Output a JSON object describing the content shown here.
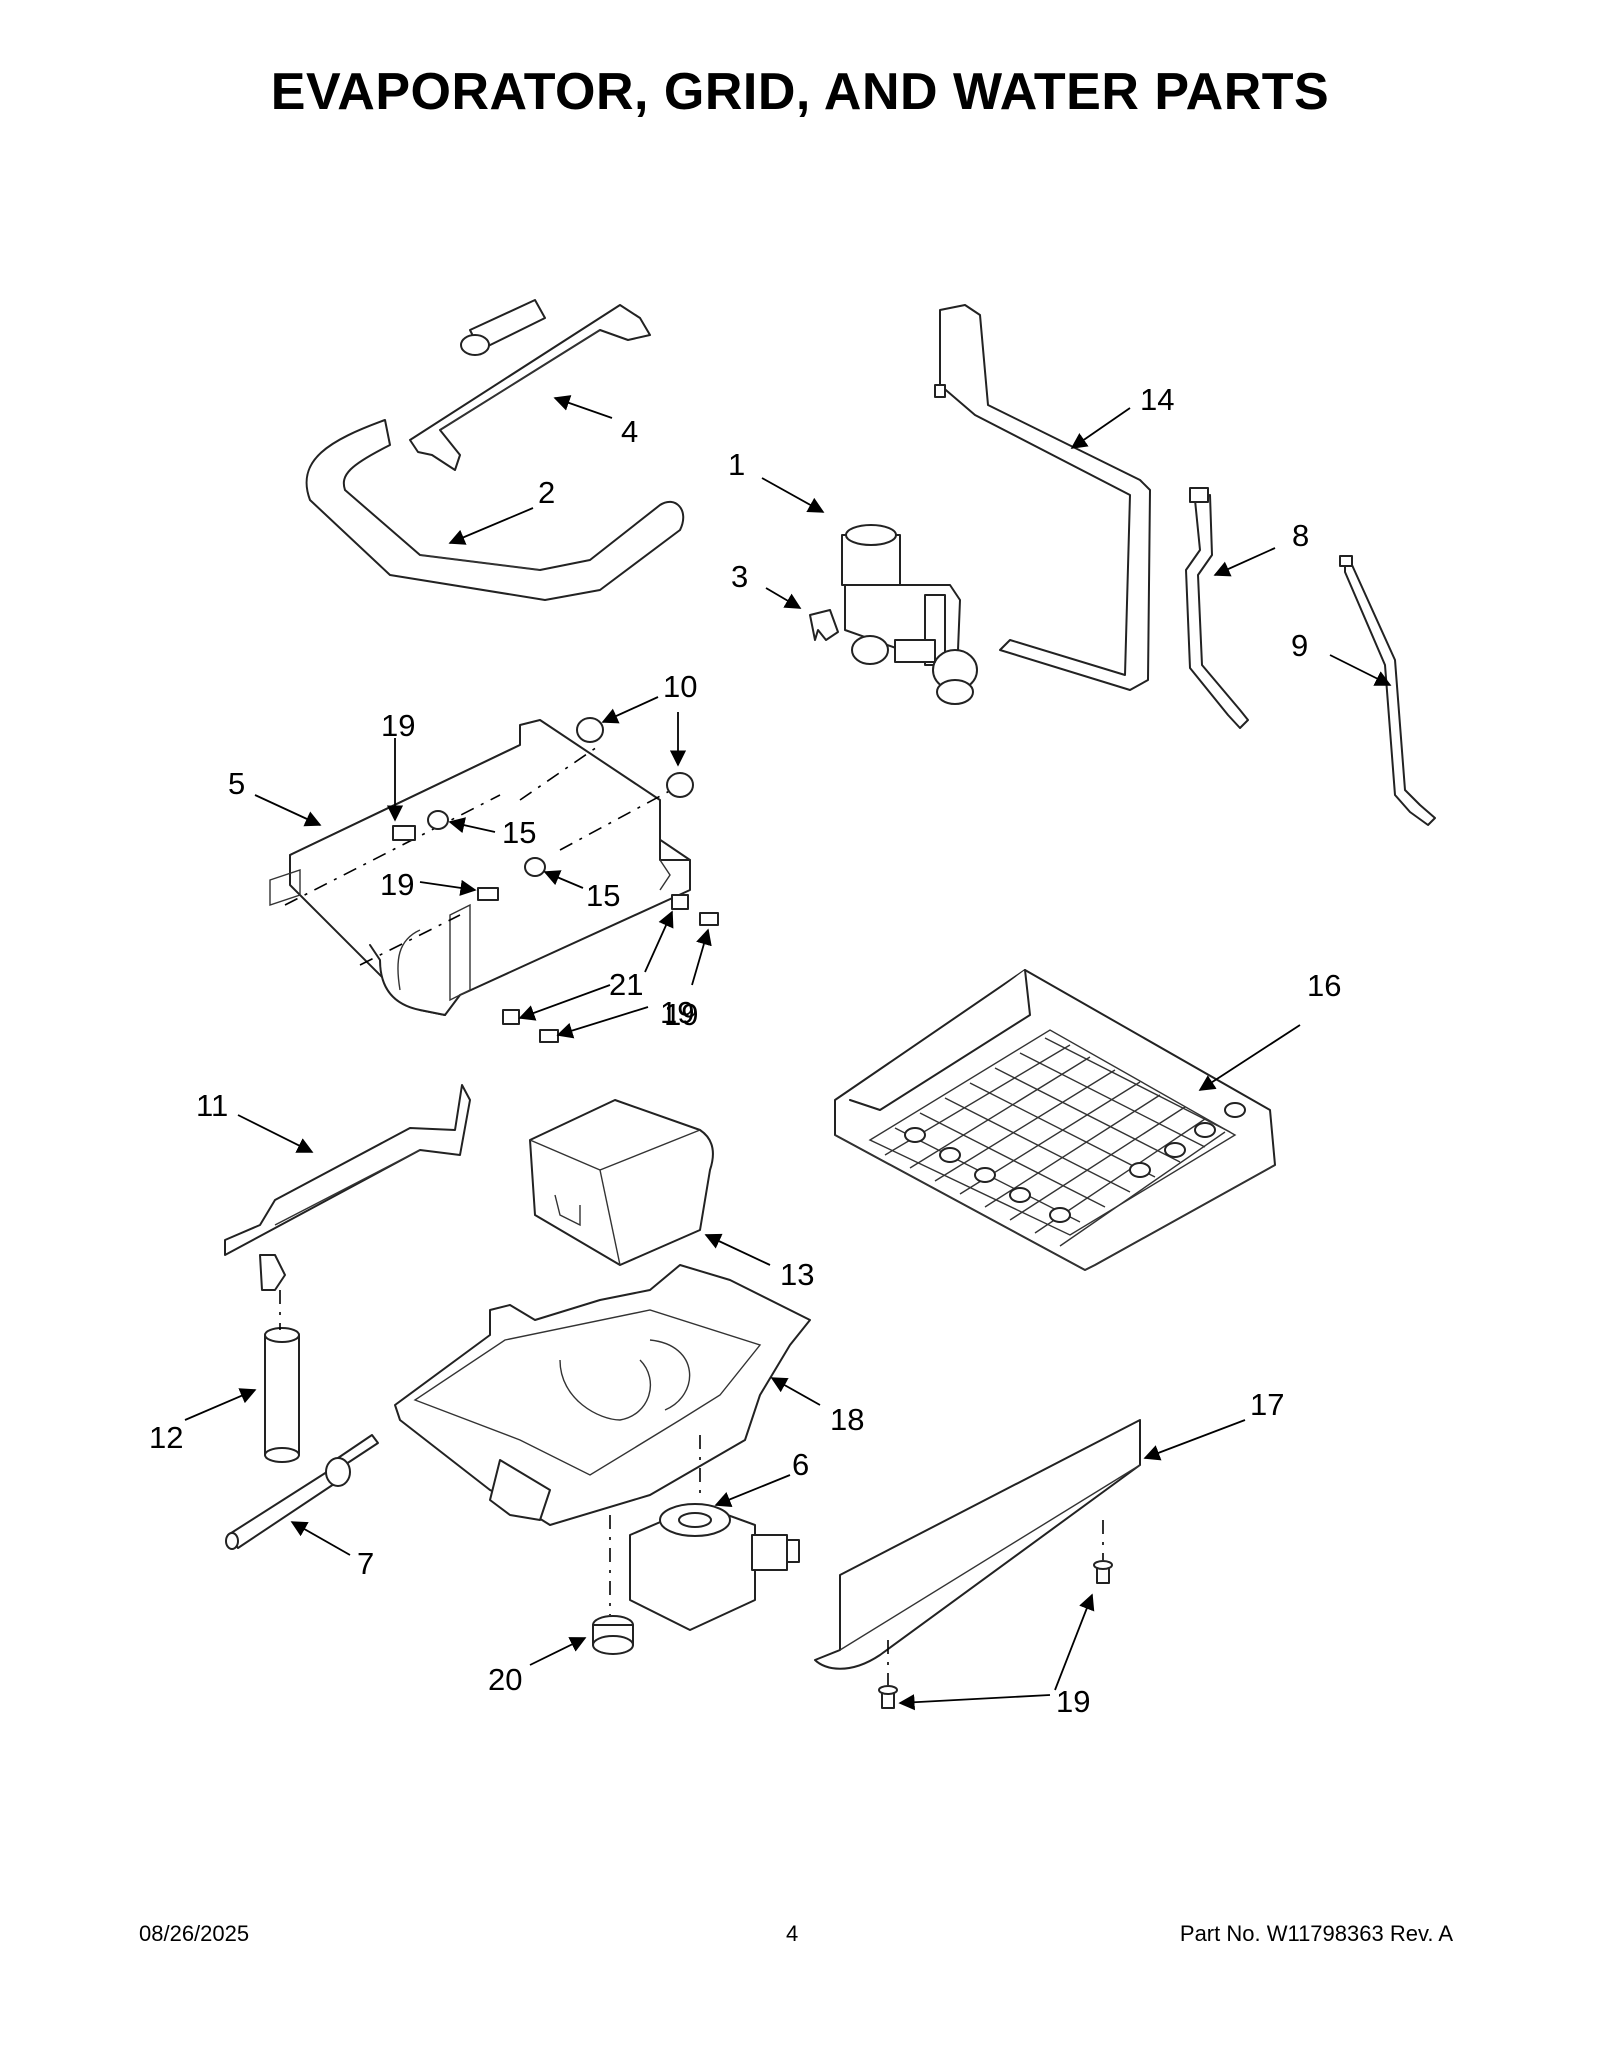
{
  "title": "EVAPORATOR, GRID, AND WATER PARTS",
  "callouts": [
    {
      "id": "c1",
      "label": "1"
    },
    {
      "id": "c2",
      "label": "2"
    },
    {
      "id": "c3",
      "label": "3"
    },
    {
      "id": "c4",
      "label": "4"
    },
    {
      "id": "c5",
      "label": "5"
    },
    {
      "id": "c6",
      "label": "6"
    },
    {
      "id": "c7",
      "label": "7"
    },
    {
      "id": "c8",
      "label": "8"
    },
    {
      "id": "c9",
      "label": "9"
    },
    {
      "id": "c10",
      "label": "10"
    },
    {
      "id": "c11",
      "label": "11"
    },
    {
      "id": "c12",
      "label": "12"
    },
    {
      "id": "c13",
      "label": "13"
    },
    {
      "id": "c14",
      "label": "14"
    },
    {
      "id": "c15a",
      "label": "15"
    },
    {
      "id": "c15b",
      "label": "15"
    },
    {
      "id": "c16",
      "label": "16"
    },
    {
      "id": "c17",
      "label": "17"
    },
    {
      "id": "c18",
      "label": "18"
    },
    {
      "id": "c19a",
      "label": "19"
    },
    {
      "id": "c19b",
      "label": "19"
    },
    {
      "id": "c19c",
      "label": "19"
    },
    {
      "id": "c19d",
      "label": "19"
    },
    {
      "id": "c19e",
      "label": "19"
    },
    {
      "id": "c20",
      "label": "20"
    },
    {
      "id": "c21",
      "label": "21"
    }
  ],
  "footer": {
    "date": "08/26/2025",
    "page": "4",
    "part_no": "Part No.  W11798363  Rev.  A"
  }
}
